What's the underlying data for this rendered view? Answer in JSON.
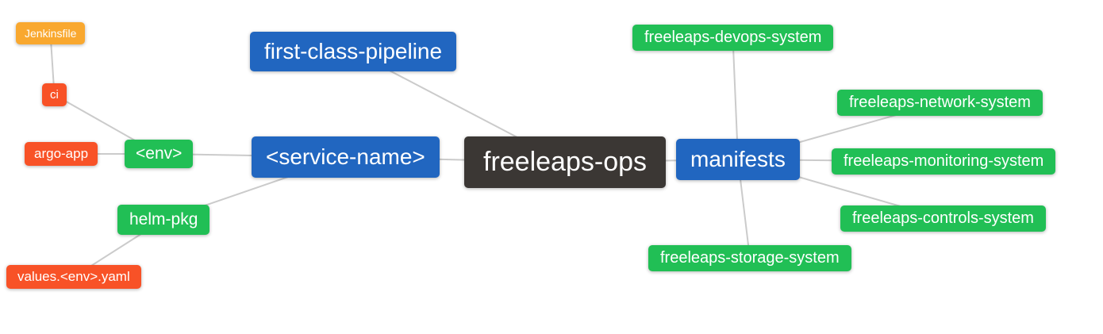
{
  "diagram": {
    "type": "mindmap",
    "root": "freeleaps-ops"
  },
  "palette": {
    "blue": "#2166C0",
    "green": "#21BF55",
    "red": "#F85227",
    "orange": "#F9A82F",
    "dark": "#3B3734",
    "edge": "#CBCBCB",
    "node_text": "#FFFFFF",
    "background": "#FFFFFF"
  },
  "nodes": {
    "jenkinsfile": {
      "label": "Jenkinsfile",
      "color": "orange"
    },
    "ci": {
      "label": "ci",
      "color": "red"
    },
    "argo_app": {
      "label": "argo-app",
      "color": "red"
    },
    "env": {
      "label": "<env>",
      "color": "green"
    },
    "helm_pkg": {
      "label": "helm-pkg",
      "color": "green"
    },
    "values_env_yaml": {
      "label": "values.<env>.yaml",
      "color": "red"
    },
    "first_class_pipeline": {
      "label": "first-class-pipeline",
      "color": "blue"
    },
    "service_name": {
      "label": "<service-name>",
      "color": "blue"
    },
    "freeleaps_ops": {
      "label": "freeleaps-ops",
      "color": "dark"
    },
    "manifests": {
      "label": "manifests",
      "color": "blue"
    },
    "devops_system": {
      "label": "freeleaps-devops-system",
      "color": "green"
    },
    "network_system": {
      "label": "freeleaps-network-system",
      "color": "green"
    },
    "monitoring_system": {
      "label": "freeleaps-monitoring-system",
      "color": "green"
    },
    "controls_system": {
      "label": "freeleaps-controls-system",
      "color": "green"
    },
    "storage_system": {
      "label": "freeleaps-storage-system",
      "color": "green"
    }
  },
  "edges": [
    [
      "jenkinsfile",
      "ci"
    ],
    [
      "ci",
      "env"
    ],
    [
      "argo_app",
      "env"
    ],
    [
      "env",
      "service_name"
    ],
    [
      "helm_pkg",
      "service_name"
    ],
    [
      "values_env_yaml",
      "helm_pkg"
    ],
    [
      "first_class_pipeline",
      "freeleaps_ops"
    ],
    [
      "service_name",
      "freeleaps_ops"
    ],
    [
      "freeleaps_ops",
      "manifests"
    ],
    [
      "manifests",
      "devops_system"
    ],
    [
      "manifests",
      "network_system"
    ],
    [
      "manifests",
      "monitoring_system"
    ],
    [
      "manifests",
      "controls_system"
    ],
    [
      "manifests",
      "storage_system"
    ]
  ]
}
